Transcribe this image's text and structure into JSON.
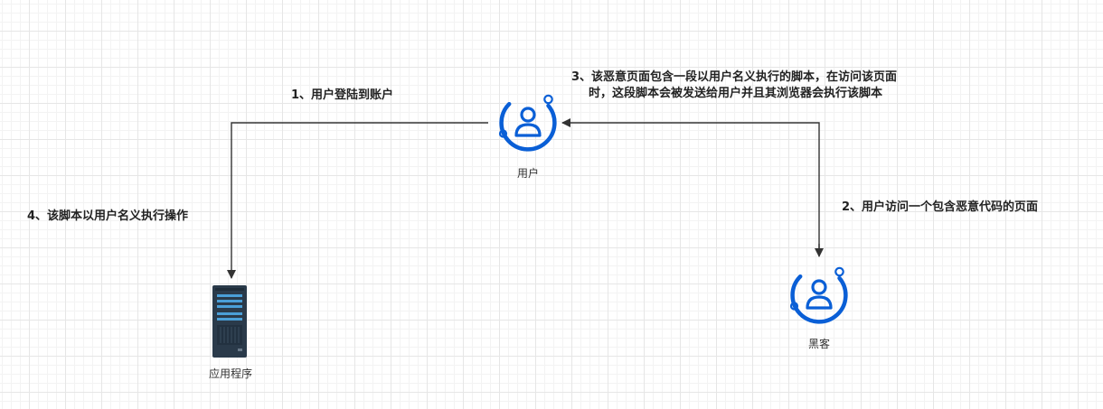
{
  "nodes": {
    "user": {
      "label": "用户",
      "icon": "user-icon"
    },
    "hacker": {
      "label": "黑客",
      "icon": "user-icon"
    },
    "app": {
      "label": "应用程序",
      "icon": "server-icon"
    }
  },
  "edges": {
    "step1": "1、用户登陆到账户",
    "step2": "2、用户访问一个包含恶意代码的页面",
    "step3_line1": "3、该恶意页面包含一段以用户名义执行的脚本，在访问该页面",
    "step3_line2": "时，这段脚本会被发送给用户并且其浏览器会执行该脚本",
    "step4": "4、该脚本以用户名义执行操作"
  },
  "colors": {
    "icon": "#0a5fd6",
    "line": "#333333",
    "server": "#2a3a4a",
    "server_accent": "#4a9fd8"
  }
}
